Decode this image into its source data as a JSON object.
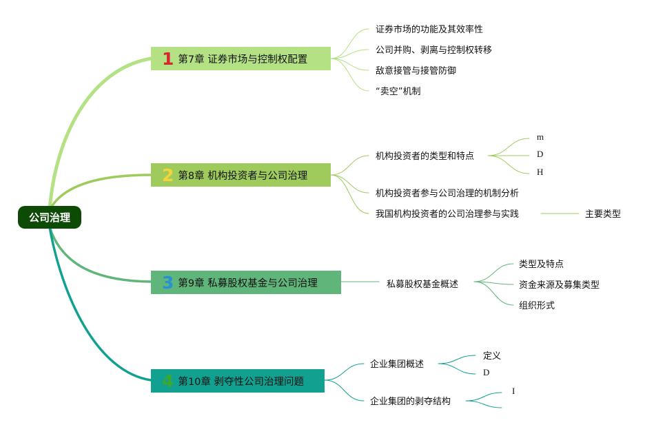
{
  "root": {
    "label": "公司治理"
  },
  "chapters": [
    {
      "number": "1",
      "title": "第7章 证券市场与控制权配置",
      "number_color": "#d7262f",
      "box_color": "#b3e184",
      "items": [
        "证券市场的功能及其效率性",
        "公司并购、剥离与控制权转移",
        "敌意接管与接管防御",
        "“卖空”机制"
      ]
    },
    {
      "number": "2",
      "title": "第8章 机构投资者与公司治理",
      "number_color": "#f5d33b",
      "box_color": "#9fcb5d",
      "items": [
        {
          "label": "机构投资者的类型和特点",
          "children": [
            "m",
            "D",
            "H"
          ]
        },
        {
          "label": "机构投资者参与公司治理的机制分析"
        },
        {
          "label": "我国机构投资者的公司治理参与实践",
          "children": [
            "主要类型"
          ]
        }
      ]
    },
    {
      "number": "3",
      "title": "第9章 私募股权基金与公司治理",
      "number_color": "#2a8fd6",
      "box_color": "#5fb57a",
      "items": [
        {
          "label": "私募股权基金概述",
          "children": [
            "类型及特点",
            "资金来源及募集类型",
            "组织形式"
          ]
        }
      ]
    },
    {
      "number": "4",
      "title": "第10章 剥夺性公司治理问题",
      "number_color": "#3aa832",
      "box_color": "#12a091",
      "items": [
        {
          "label": "企业集团概述",
          "children": [
            "定义",
            "D"
          ]
        },
        {
          "label": "企业集团的剥夺结构",
          "children": [
            "I",
            ""
          ]
        }
      ]
    }
  ],
  "colors": {
    "branch1": "#b3e184",
    "branch2": "#9fcb5d",
    "branch3": "#5fb57a",
    "branch4": "#12a091",
    "root_bg": "#0c4a06"
  }
}
